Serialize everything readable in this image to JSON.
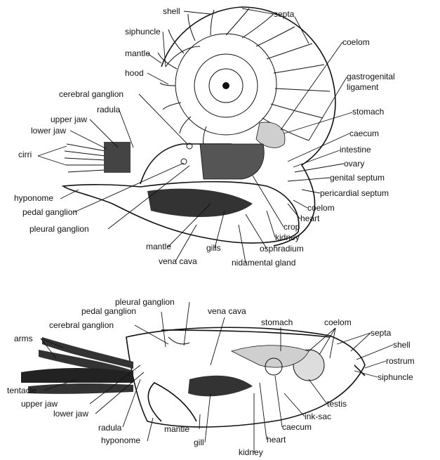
{
  "top_diagram": {
    "labels": [
      "shell",
      "septa",
      "siphuncle",
      "coelom",
      "mantle",
      "hood",
      "gastrogenital",
      "ligament",
      "cerebral ganglion",
      "stomach",
      "radula",
      "upper jaw",
      "lower jaw",
      "caecum",
      "cirri",
      "intestine",
      "ovary",
      "genital septum",
      "hyponome",
      "pericardial septum",
      "pedal ganglion",
      "coelom",
      "heart",
      "pleural ganglion",
      "crop",
      "kidney",
      "mantle",
      "gills",
      "osphradium",
      "vena cava",
      "nidamental gland"
    ]
  },
  "bottom_diagram": {
    "labels": [
      "pleural ganglion",
      "pedal ganglion",
      "vena cava",
      "stomach",
      "coelom",
      "cerebral ganglion",
      "septa",
      "arms",
      "shell",
      "rostrum",
      "siphuncle",
      "tentacle",
      "upper jaw",
      "lower jaw",
      "testis",
      "radula",
      "ink-sac",
      "hyponome",
      "mantle",
      "caecum",
      "gill",
      "heart",
      "kidney"
    ]
  },
  "colors": {
    "ink": "#111111",
    "paper": "#ffffff"
  }
}
